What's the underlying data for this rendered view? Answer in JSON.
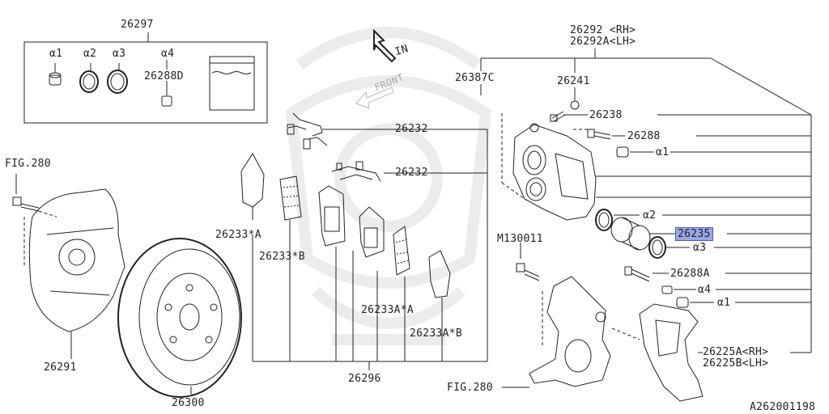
{
  "diagram": {
    "code": "A262001198",
    "highlight_color": "#9aa6e6",
    "direction": {
      "in": "IN",
      "front": "FRONT"
    },
    "kit": {
      "number": "26297",
      "items": [
        "α1",
        "α2",
        "α3",
        "α4"
      ],
      "part": "26288D"
    },
    "refs": {
      "fig_left": "FIG.280",
      "fig_bottom": "FIG.280"
    },
    "callouts": {
      "p26292": "26292 <RH>",
      "p26292a": "26292A<LH>",
      "p26387c": "26387C",
      "p26241": "26241",
      "p26238": "26238",
      "p26288": "26288",
      "a1_top": "α1",
      "a2": "α2",
      "p26235": "26235",
      "a3": "α3",
      "m130011": "M130011",
      "p26288a": "26288A",
      "a4": "α4",
      "a1_bottom": "α1",
      "p26225a": "26225A<RH>",
      "p26225b": "26225B<LH>",
      "p26232_top": "26232",
      "p26232_mid": "26232",
      "p26233a": "26233*A",
      "p26233b": "26233*B",
      "p26233aa": "26233A*A",
      "p26233ab": "26233A*B",
      "p26296": "26296",
      "p26291": "26291",
      "p26300": "26300"
    }
  }
}
